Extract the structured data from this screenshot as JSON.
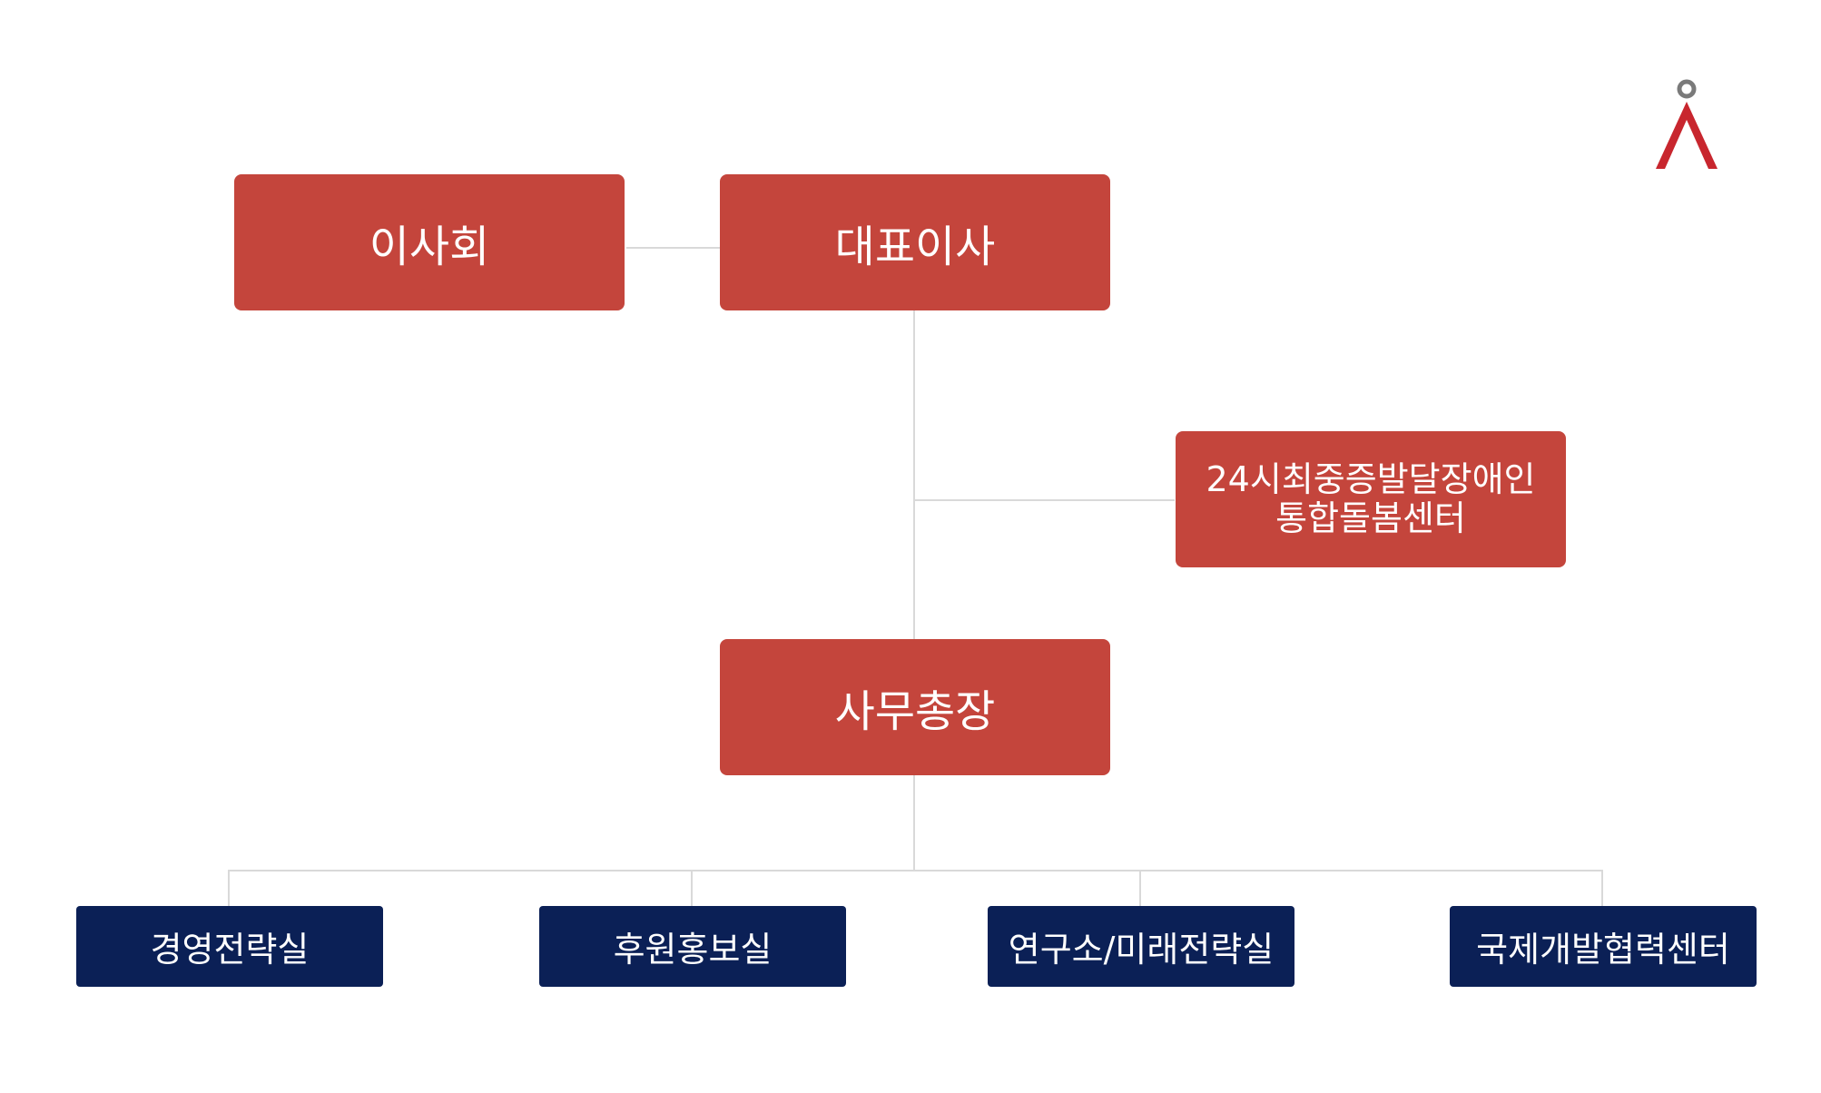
{
  "org": {
    "board": "이사회",
    "ceo": "대표이사",
    "center": {
      "line1": "24시최중증발달장애인",
      "line2": "통합돌봄센터"
    },
    "secretary_general": "사무총장",
    "departments": [
      "경영전략실",
      "후원홍보실",
      "연구소/미래전략실",
      "국제개발협력센터"
    ]
  },
  "colors": {
    "top_box": "#c4453c",
    "department_box": "#0b2056",
    "connector": "#d9d9d9",
    "logo_red": "#c8262e",
    "logo_gray": "#7a7a7a"
  },
  "icons": {
    "logo": "person-figure-logo"
  }
}
